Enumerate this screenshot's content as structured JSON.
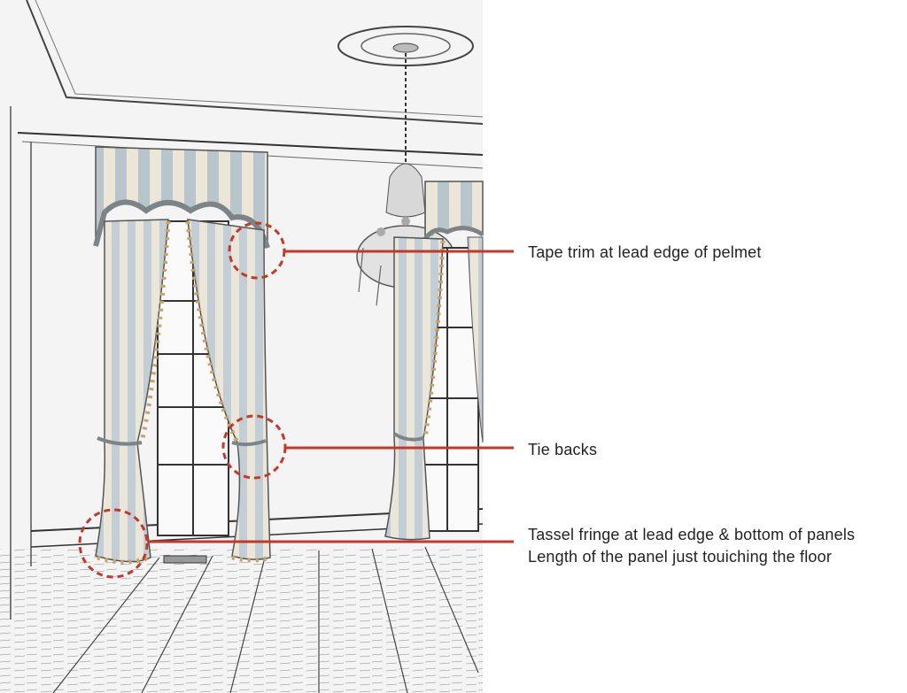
{
  "callouts": {
    "pelmet": "Tape trim at lead edge of pelmet",
    "tie_backs": "Tie backs",
    "fringe_line1": "Tassel fringe at lead edge & bottom of panels",
    "fringe_line2": "Length of the panel just touiching the floor"
  },
  "colors": {
    "leader": "#c0392b",
    "stripe_blue": "#b8c5cc",
    "stripe_cream": "#ece6d8",
    "trim": "#7d8488",
    "sketch": "#2b2b2b"
  }
}
